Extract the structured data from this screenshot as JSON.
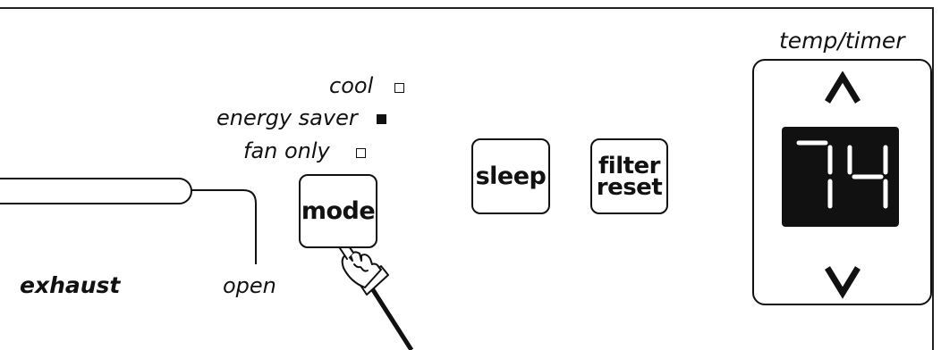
{
  "panel": {
    "mode_options": [
      {
        "label": "cool",
        "active": false
      },
      {
        "label": "energy saver",
        "active": true
      },
      {
        "label": "fan only",
        "active": false
      }
    ],
    "buttons": {
      "mode": "mode",
      "sleep": "sleep",
      "filter_reset_line1": "filter",
      "filter_reset_line2": "reset"
    },
    "temp_timer": {
      "heading": "temp/timer",
      "display_value": "74",
      "up_icon": "chevron-up-icon",
      "down_icon": "chevron-down-icon"
    },
    "vent": {
      "exhaust_label": "exhaust",
      "open_label": "open"
    }
  }
}
